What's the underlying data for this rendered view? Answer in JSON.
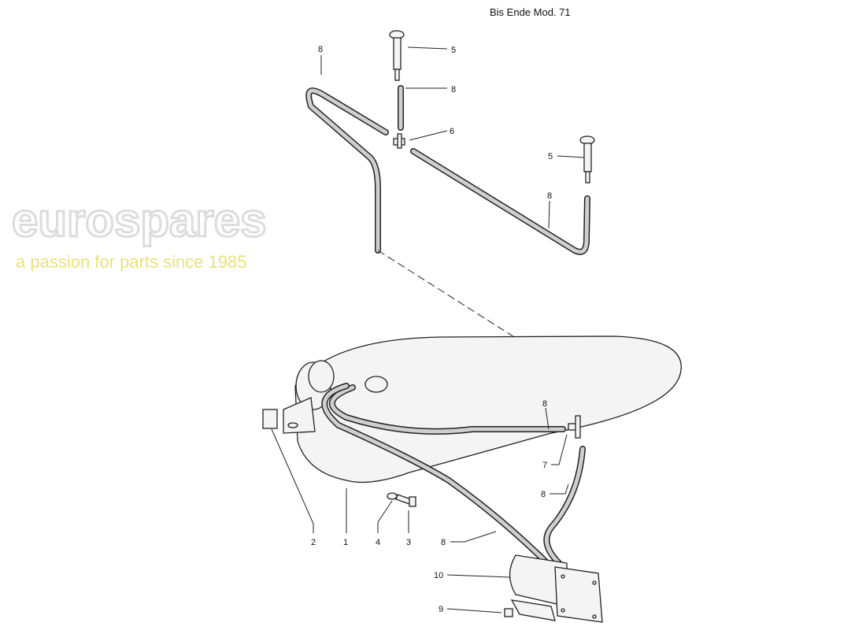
{
  "header": {
    "title": "Bis Ende Mod. 71"
  },
  "watermark": {
    "brand": "eurospares",
    "tagline": "a passion for parts since 1985"
  },
  "callouts": [
    {
      "id": "c8a",
      "label": "8"
    },
    {
      "id": "c5a",
      "label": "5"
    },
    {
      "id": "c8b",
      "label": "8"
    },
    {
      "id": "c6",
      "label": "6"
    },
    {
      "id": "c5b",
      "label": "5"
    },
    {
      "id": "c8c",
      "label": "8"
    },
    {
      "id": "c8d",
      "label": "8"
    },
    {
      "id": "c7",
      "label": "7"
    },
    {
      "id": "c8e",
      "label": "8"
    },
    {
      "id": "c2",
      "label": "2"
    },
    {
      "id": "c1",
      "label": "1"
    },
    {
      "id": "c4",
      "label": "4"
    },
    {
      "id": "c3",
      "label": "3"
    },
    {
      "id": "c8f",
      "label": "8"
    },
    {
      "id": "c10",
      "label": "10"
    },
    {
      "id": "c9",
      "label": "9"
    }
  ]
}
